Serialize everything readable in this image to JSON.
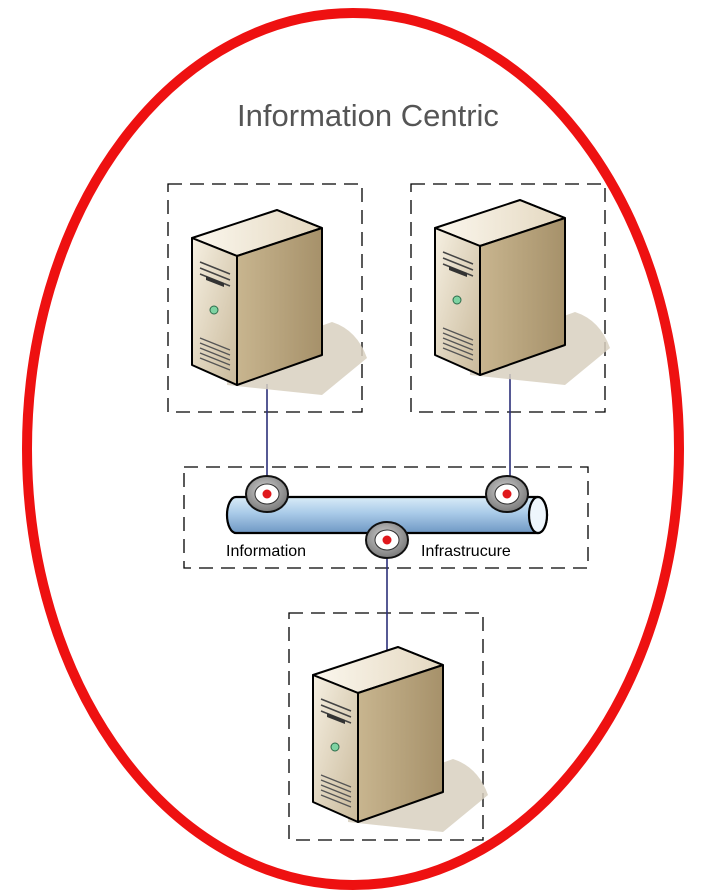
{
  "diagram": {
    "title": "Information Centric",
    "bus": {
      "left_label": "Information",
      "right_label": "Infrastrucure"
    },
    "nodes": [
      {
        "id": "server-top-left",
        "icon": "server-tower-icon"
      },
      {
        "id": "server-top-right",
        "icon": "server-tower-icon"
      },
      {
        "id": "server-bottom",
        "icon": "server-tower-icon"
      }
    ],
    "connectors": 3,
    "colors": {
      "ellipse": "#ee1111",
      "pipe": "#a9c9e8",
      "connection_line": "#2c2f7a",
      "connector_dot": "#e0181c"
    }
  }
}
